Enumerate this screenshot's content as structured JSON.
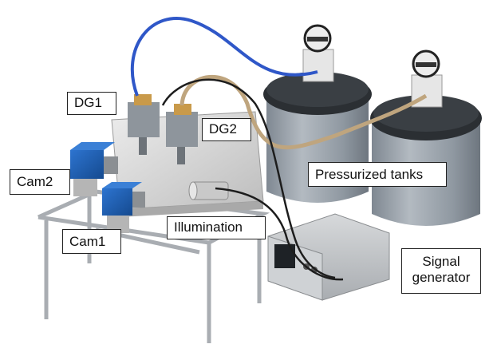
{
  "labels": {
    "dg1": "DG1",
    "dg2": "DG2",
    "cam2": "Cam2",
    "cam1": "Cam1",
    "illumination": "Illumination",
    "tanks": "Pressurized tanks",
    "signal_generator": "Signal generator"
  },
  "colors": {
    "tank_body": "#9aa3ad",
    "tank_lid": "#2b2f33",
    "camera_blue": "#1f5fb0",
    "blue_cable": "#2f57c8",
    "tan_cable": "#bfa57e",
    "black_cable": "#1d1d1d",
    "frame_metal": "#b8bcc0",
    "plate_metal": "#d9d9d9"
  }
}
